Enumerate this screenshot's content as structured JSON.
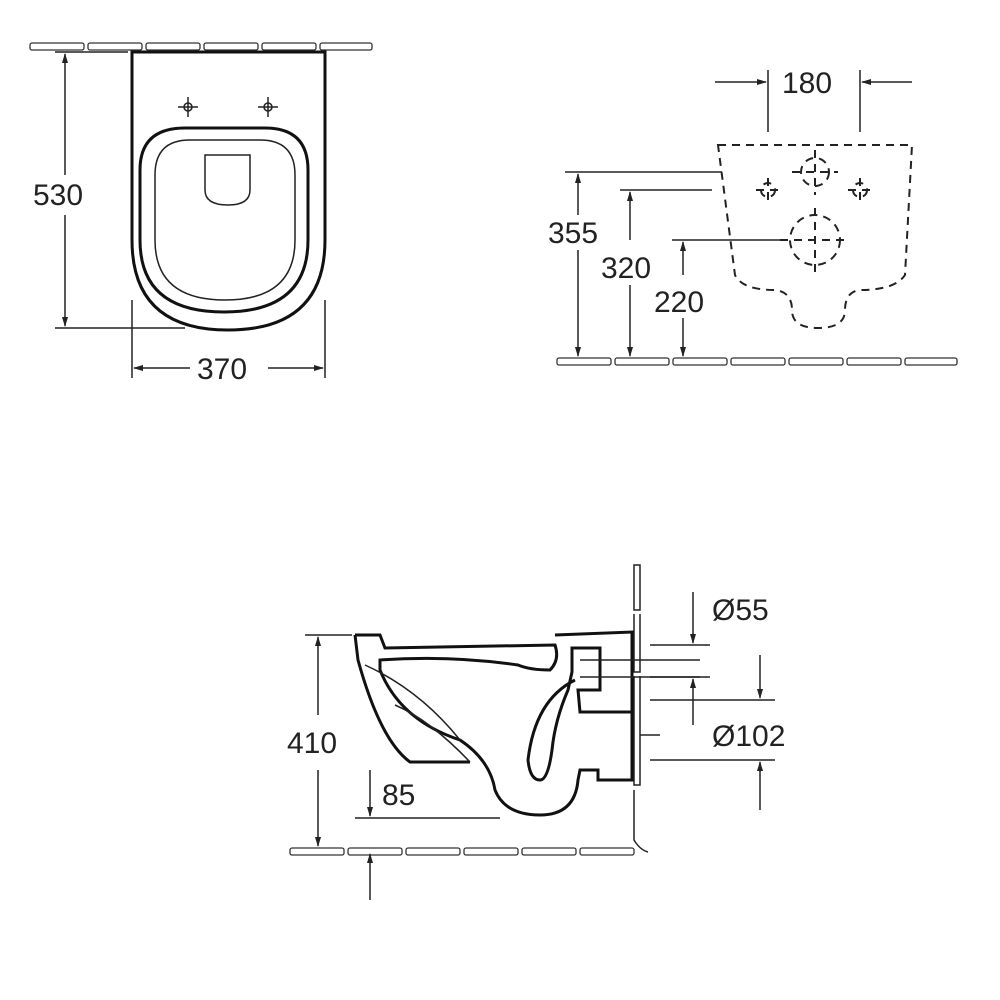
{
  "title": "Wall-hung WC technical drawing",
  "views": {
    "top": {
      "width_label": "370",
      "depth_label": "530"
    },
    "rear": {
      "spacing_label": "180",
      "height_355": "355",
      "height_320": "320",
      "height_220": "220"
    },
    "side": {
      "height_label": "410",
      "offset_label": "85",
      "inlet_label": "Ø55",
      "outlet_label": "Ø102"
    }
  },
  "colors": {
    "line": "#222222",
    "background": "#ffffff"
  }
}
